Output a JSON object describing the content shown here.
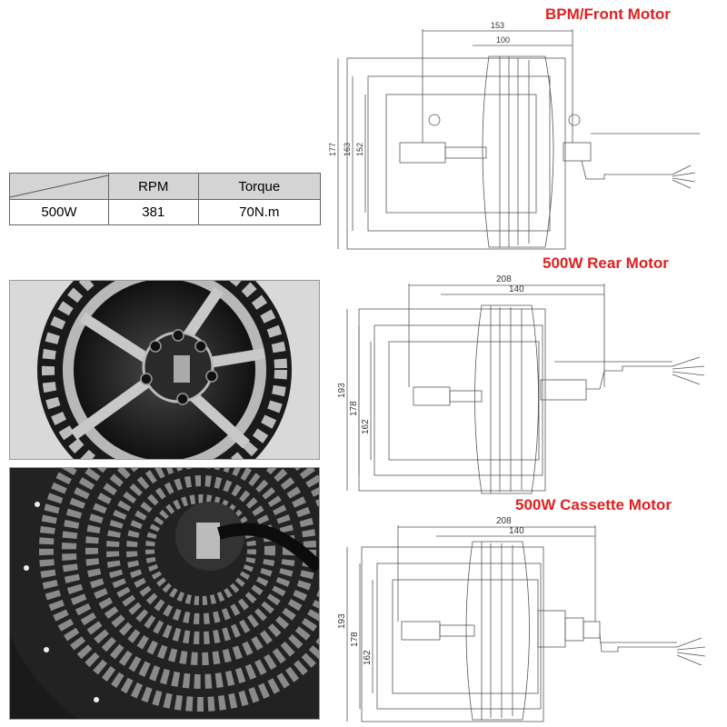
{
  "titles": {
    "front": "BPM/Front Motor",
    "rear": "500W Rear Motor",
    "cassette": "500W Cassette Motor"
  },
  "spec_table": {
    "headers": [
      "",
      "RPM",
      "Torque"
    ],
    "row": {
      "power": "500W",
      "rpm": "381",
      "torque": "70N.m"
    }
  },
  "front_dims": {
    "d1": "153",
    "d2": "100",
    "v1": "177",
    "v2": "163",
    "v3": "152"
  },
  "rear_dims": {
    "d1": "208",
    "d2": "140",
    "v1": "193",
    "v2": "178",
    "v3": "162"
  },
  "cassette_dims": {
    "d1": "208",
    "d2": "140",
    "v1": "193",
    "v2": "178",
    "v3": "162"
  },
  "colors": {
    "title": "#e02020",
    "line": "#555555",
    "table_header": "#d4d4d4"
  },
  "photos": {
    "top": "disc-brake-hub-motor-photo",
    "bottom": "cassette-hub-motor-photo"
  }
}
